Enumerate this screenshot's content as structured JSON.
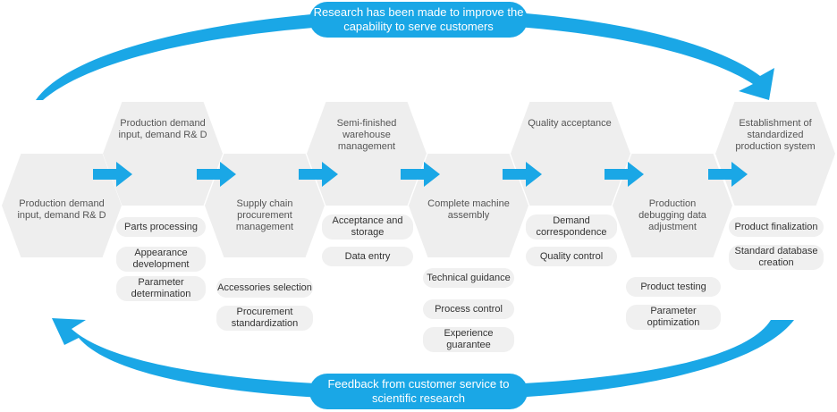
{
  "colors": {
    "accent": "#1aa7e6",
    "hexagon": "#eeeeee",
    "pill": "#f0f0f0",
    "text": "#555555"
  },
  "top_banner": "Research has been made to improve the capability to serve customers",
  "bottom_banner": "Feedback from customer service to scientific research",
  "stages": [
    {
      "label": "Production demand input, demand R& D"
    },
    {
      "label": "Production demand input, demand R& D",
      "items": [
        "Parts processing",
        "Appearance development",
        "Parameter determination"
      ]
    },
    {
      "label": "Supply chain procurement management",
      "items": [
        "Accessories selection",
        "Procurement standardization"
      ]
    },
    {
      "label": "Semi-finished warehouse management",
      "items": [
        "Acceptance and storage",
        "Data entry"
      ]
    },
    {
      "label": "Complete machine assembly",
      "items": [
        "Technical guidance",
        "Process control",
        "Experience guarantee"
      ]
    },
    {
      "label": "Quality acceptance",
      "items": [
        "Demand correspondence",
        "Quality control"
      ]
    },
    {
      "label": "Production debugging data adjustment",
      "items": [
        "Product testing",
        "Parameter optimization"
      ]
    },
    {
      "label": "Establishment of standardized production system",
      "items": [
        "Product finalization",
        "Standard database creation"
      ]
    }
  ]
}
